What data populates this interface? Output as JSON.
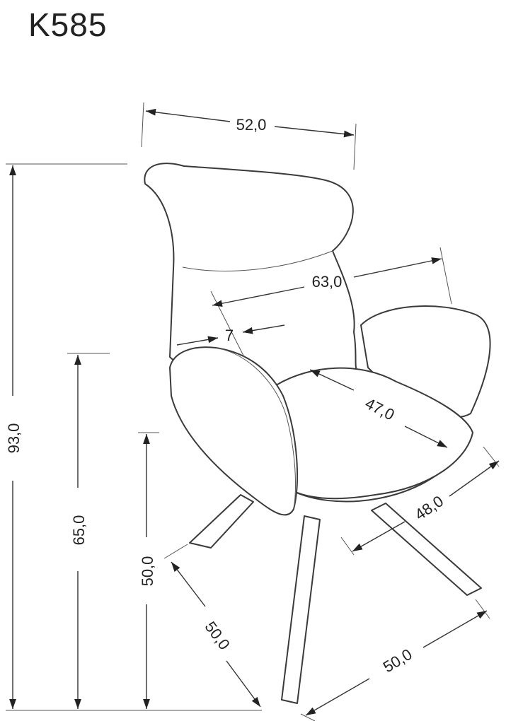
{
  "title": "K585",
  "dimensions": {
    "width_top": "52,0",
    "width_arms": "63,0",
    "arm_inset": "7",
    "seat_depth": "47,0",
    "seat_width": "48,0",
    "total_height": "93,0",
    "arm_height": "65,0",
    "seat_height": "50,0",
    "base_depth": "50,0",
    "base_width": "50,0"
  }
}
